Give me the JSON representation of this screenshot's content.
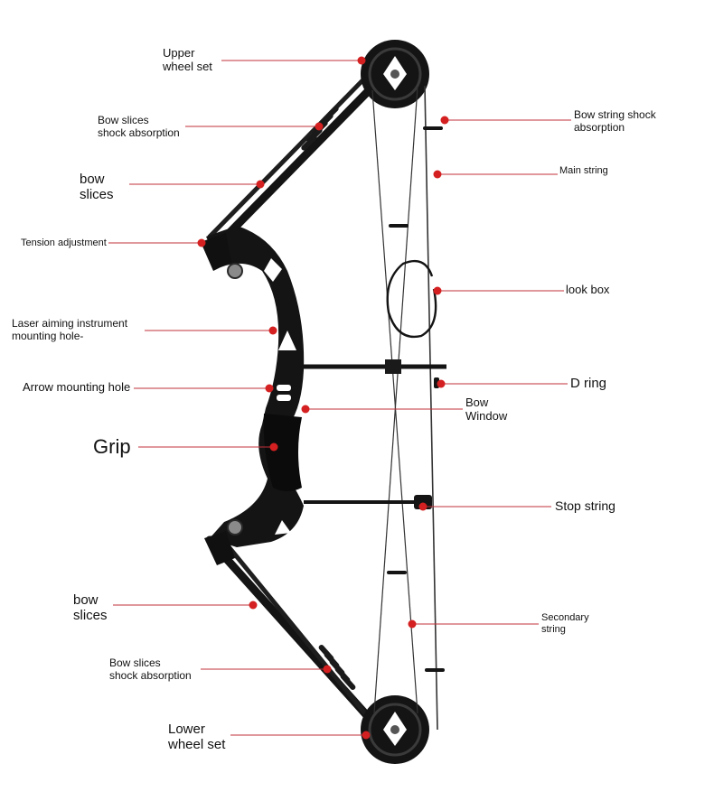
{
  "colors": {
    "leader_line": "#c0303a",
    "marker_dot": "#d42020",
    "bow_body": "#141414",
    "string": "#333333"
  },
  "labels": {
    "upper_wheel_set": [
      "Upper",
      "wheel set"
    ],
    "bow_slices_shock_upper": [
      "Bow slices",
      "shock absorption"
    ],
    "bow_slices_upper": [
      "bow",
      "slices"
    ],
    "tension_adjustment": [
      "Tension adjustment"
    ],
    "laser_mounting": [
      "Laser aiming instrument",
      "mounting hole-"
    ],
    "arrow_mounting": [
      "Arrow mounting hole"
    ],
    "grip": [
      "Grip"
    ],
    "bow_slices_lower": [
      "bow",
      "slices"
    ],
    "bow_slices_shock_lower": [
      "Bow slices",
      "shock absorption"
    ],
    "lower_wheel_set": [
      "Lower",
      "wheel set"
    ],
    "bow_string_shock": [
      "Bow string shock",
      "absorption"
    ],
    "main_string": [
      "Main string"
    ],
    "look_box": [
      "look box"
    ],
    "d_ring": [
      "D ring"
    ],
    "bow_window": [
      "Bow",
      "Window"
    ],
    "stop_string": [
      "Stop string"
    ],
    "secondary_string": [
      "Secondary",
      "string"
    ]
  }
}
